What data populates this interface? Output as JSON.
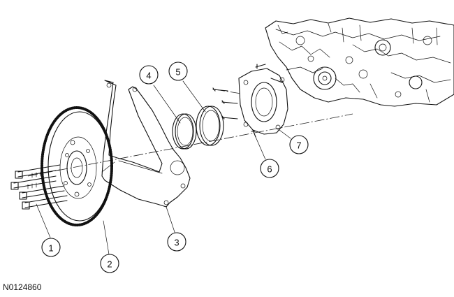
{
  "diagram": {
    "reference_code": "N0124860",
    "callouts": [
      {
        "id": "1",
        "label": "1"
      },
      {
        "id": "2",
        "label": "2"
      },
      {
        "id": "3",
        "label": "3"
      },
      {
        "id": "4",
        "label": "4"
      },
      {
        "id": "5",
        "label": "5"
      },
      {
        "id": "6",
        "label": "6"
      },
      {
        "id": "7",
        "label": "7"
      }
    ],
    "line_color": "#111111",
    "background": "#ffffff"
  }
}
